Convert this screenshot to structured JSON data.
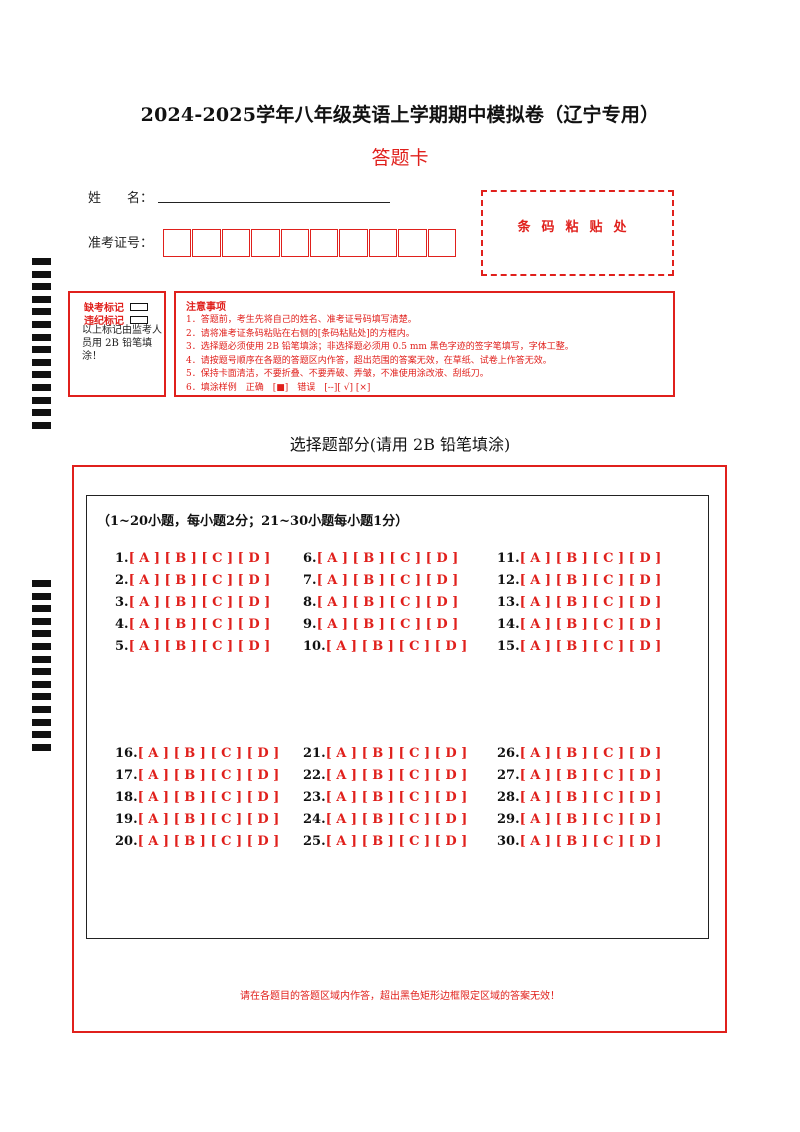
{
  "header": {
    "title": "2024-2025学年八年级英语上学期期中模拟卷（辽宁专用）",
    "subtitle": "答题卡"
  },
  "fields": {
    "name_label": "姓　　名：",
    "exam_id_label": "准考证号："
  },
  "barcode": {
    "label": "条码粘贴处"
  },
  "absent": {
    "absent_label": "缺考标记",
    "violation_label": "违纪标记",
    "note": "以上标记由监考人员用 2B 铅笔填涂！"
  },
  "notes": {
    "title": "注意事项",
    "items": [
      "1．答题前，考生先将自己的姓名、准考证号码填写清楚。",
      "2．请将准考证条码粘贴在右侧的[条码粘贴处]的方框内。",
      "3．选择题必须使用 2B 铅笔填涂；非选择题必须用 0.5 mm 黑色字迹的签字笔填写，字体工整。",
      "4．请按题号顺序在各题的答题区内作答，超出范围的答案无效，在草纸、试卷上作答无效。",
      "5．保持卡面清洁，不要折叠、不要弄破、弄皱，不准使用涂改液、刮纸刀。",
      "6．填涂样例　正确　[■]　错误　[--][ √] [×]"
    ]
  },
  "section": {
    "title": "选择题部分(请用 2B 铅笔填涂)",
    "instructions": "（1~20小题，每小题2分；21~30小题每小题1分）"
  },
  "questions": [
    {
      "num": "1.",
      "options": "[ A ] [ B ] [ C ] [ D ]"
    },
    {
      "num": "2.",
      "options": "[ A ] [ B ] [ C ] [ D ]"
    },
    {
      "num": "3.",
      "options": "[ A ] [ B ] [ C ] [ D ]"
    },
    {
      "num": "4.",
      "options": "[ A ] [ B ] [ C ] [ D ]"
    },
    {
      "num": "5.",
      "options": "[ A ] [ B ] [ C ] [ D ]"
    },
    {
      "num": "6.",
      "options": "[ A ] [ B ] [ C ] [ D ]"
    },
    {
      "num": "7.",
      "options": "[ A ] [ B ] [ C ] [ D ]"
    },
    {
      "num": "8.",
      "options": "[ A ] [ B ] [ C ] [ D ]"
    },
    {
      "num": "9.",
      "options": "[ A ] [ B ] [ C ] [ D ]"
    },
    {
      "num": "10.",
      "options": "[ A ] [ B ]  [ C ] [ D ]"
    },
    {
      "num": "11.",
      "options": "[ A ] [ B ] [ C ] [ D ]"
    },
    {
      "num": "12.",
      "options": "[ A ] [ B ] [ C ] [ D ]"
    },
    {
      "num": "13.",
      "options": "[ A ] [ B ] [ C ] [ D ]"
    },
    {
      "num": "14.",
      "options": "[ A ] [ B ] [ C ] [ D ]"
    },
    {
      "num": "15.",
      "options": "[ A ] [ B ]  [ C ]  [ D ]"
    },
    {
      "num": "16.",
      "options": "[ A ] [ B ] [ C ] [ D ]"
    },
    {
      "num": "17.",
      "options": "[ A ] [ B ] [ C ] [ D ]"
    },
    {
      "num": "18.",
      "options": "[ A ] [ B ] [ C ] [ D ]"
    },
    {
      "num": "19.",
      "options": "[ A ] [ B ] [ C ] [ D ]"
    },
    {
      "num": "20.",
      "options": "[ A ] [ B ]  [ C ] [ D ]"
    },
    {
      "num": "21.",
      "options": "[ A ] [ B ] [ C ] [ D ]"
    },
    {
      "num": "22.",
      "options": "[ A ] [ B ] [ C ] [ D ]"
    },
    {
      "num": "23.",
      "options": "[ A ] [ B ] [ C ] [ D ]"
    },
    {
      "num": "24.",
      "options": "[ A ] [ B ] [ C ] [ D ]"
    },
    {
      "num": "25.",
      "options": "[ A ] [ B ]  [ C ] [ D ]"
    },
    {
      "num": "26.",
      "options": "[ A ] [ B ] [ C ] [ D ]"
    },
    {
      "num": "27.",
      "options": "[ A ] [ B ] [ C ] [ D ]"
    },
    {
      "num": "28.",
      "options": "[ A ] [ B ] [ C ] [ D ]"
    },
    {
      "num": "29.",
      "options": "[ A ] [ B ] [ C ] [ D ]"
    },
    {
      "num": "30.",
      "options": "[ A ] [ B ]  [ C ] [ D ]"
    }
  ],
  "footer": {
    "note": "请在各题目的答题区域内作答，超出黑色矩形边框限定区域的答案无效！"
  },
  "colors": {
    "accent": "#e0201c",
    "text": "#111111"
  }
}
